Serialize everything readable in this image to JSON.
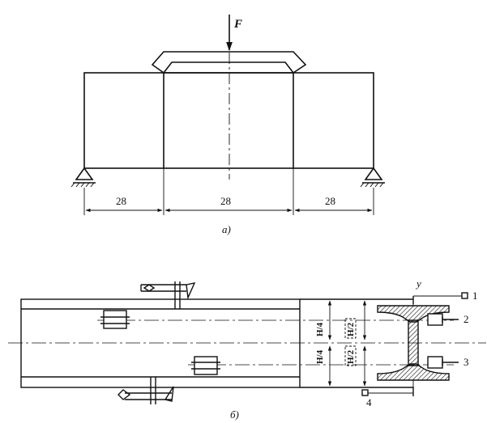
{
  "beam": {
    "force_label": "F",
    "dimensions": [
      "28",
      "28",
      "28"
    ],
    "caption": "a)"
  },
  "section": {
    "caption": "б)",
    "axis_label": "y",
    "gauge_labels": [
      "1",
      "2",
      "3",
      "4"
    ],
    "height_labels": [
      "H/4",
      "H/2",
      "H/4",
      "H/2"
    ]
  }
}
